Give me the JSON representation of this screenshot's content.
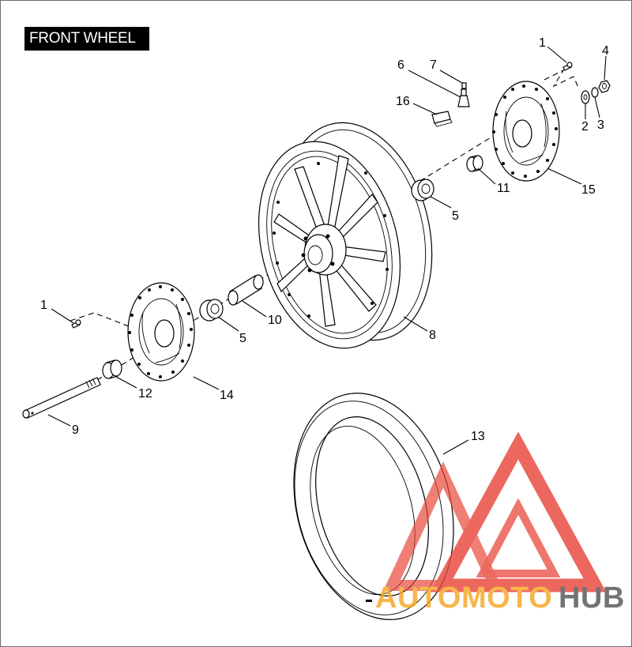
{
  "title": "FRONT WHEEL",
  "callouts": {
    "screw_right": "1",
    "washer": "2",
    "lock_washer": "3",
    "nut": "4",
    "valve_stem": "6",
    "valve_cap": "7",
    "weight": "16",
    "bearing_right": "5",
    "spacer_right": "11",
    "rotor_right": "15",
    "wheel": "8",
    "sleeve": "10",
    "bearing_left": "5",
    "screw_left": "1",
    "spacer_left": "12",
    "rotor_left": "14",
    "axle": "9",
    "tire": "13"
  },
  "watermark": {
    "part1": "AUTOMOTO",
    "part2": "HUB",
    "colors": {
      "orange": "#f6a623",
      "red": "#e8463a",
      "gray": "#555555"
    }
  }
}
